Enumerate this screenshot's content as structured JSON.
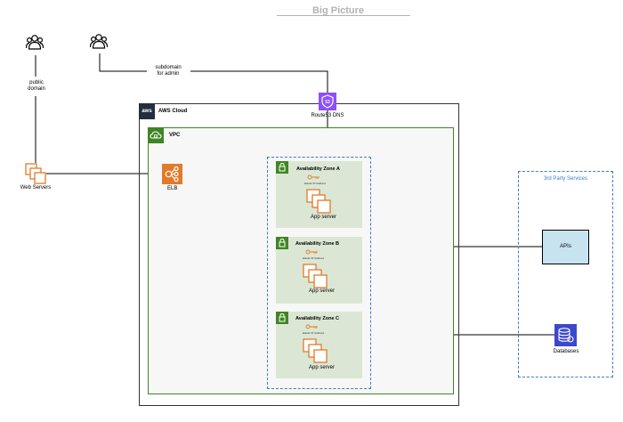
{
  "title": "Big Picture",
  "users": {
    "public_domain_label": "public\ndomain",
    "admin_domain_label": "subdomain\nfor admin"
  },
  "web_servers": {
    "label": "Web Servers"
  },
  "aws_cloud": {
    "label": "AWS Cloud",
    "logo_text": "aws"
  },
  "route53": {
    "label": "Route53 DNS"
  },
  "vpc": {
    "label": "VPC"
  },
  "elb": {
    "label": "ELB"
  },
  "zones": [
    {
      "title": "Availability Zone  A",
      "eip_label": "Elastic IP Address",
      "app_label": "App server"
    },
    {
      "title": "Availability Zone B",
      "eip_label": "Elastic IP Address",
      "app_label": "App server"
    },
    {
      "title": "Availability Zone C",
      "eip_label": "Elastic IP Address",
      "app_label": "App server"
    }
  ],
  "third_party": {
    "label": "3rd Party Services",
    "apis_label": "APIs",
    "db_label": "Databases"
  },
  "colors": {
    "vpc_green": "#3f8624",
    "az_fill": "#dbe7d4",
    "dash_blue": "#3d7cc9",
    "orange": "#e07b2a",
    "route53_purple": "#8c4fff",
    "db_blue": "#3b48cc",
    "api_fill": "#c8e3f0"
  },
  "icons": {
    "users": "users-icon",
    "route53": "route53-icon",
    "elb": "elb-icon",
    "web_servers": "server-stack-icon",
    "app_server": "server-stack-icon",
    "az": "lock-icon",
    "eip": "key-icon",
    "db": "database-icon"
  }
}
